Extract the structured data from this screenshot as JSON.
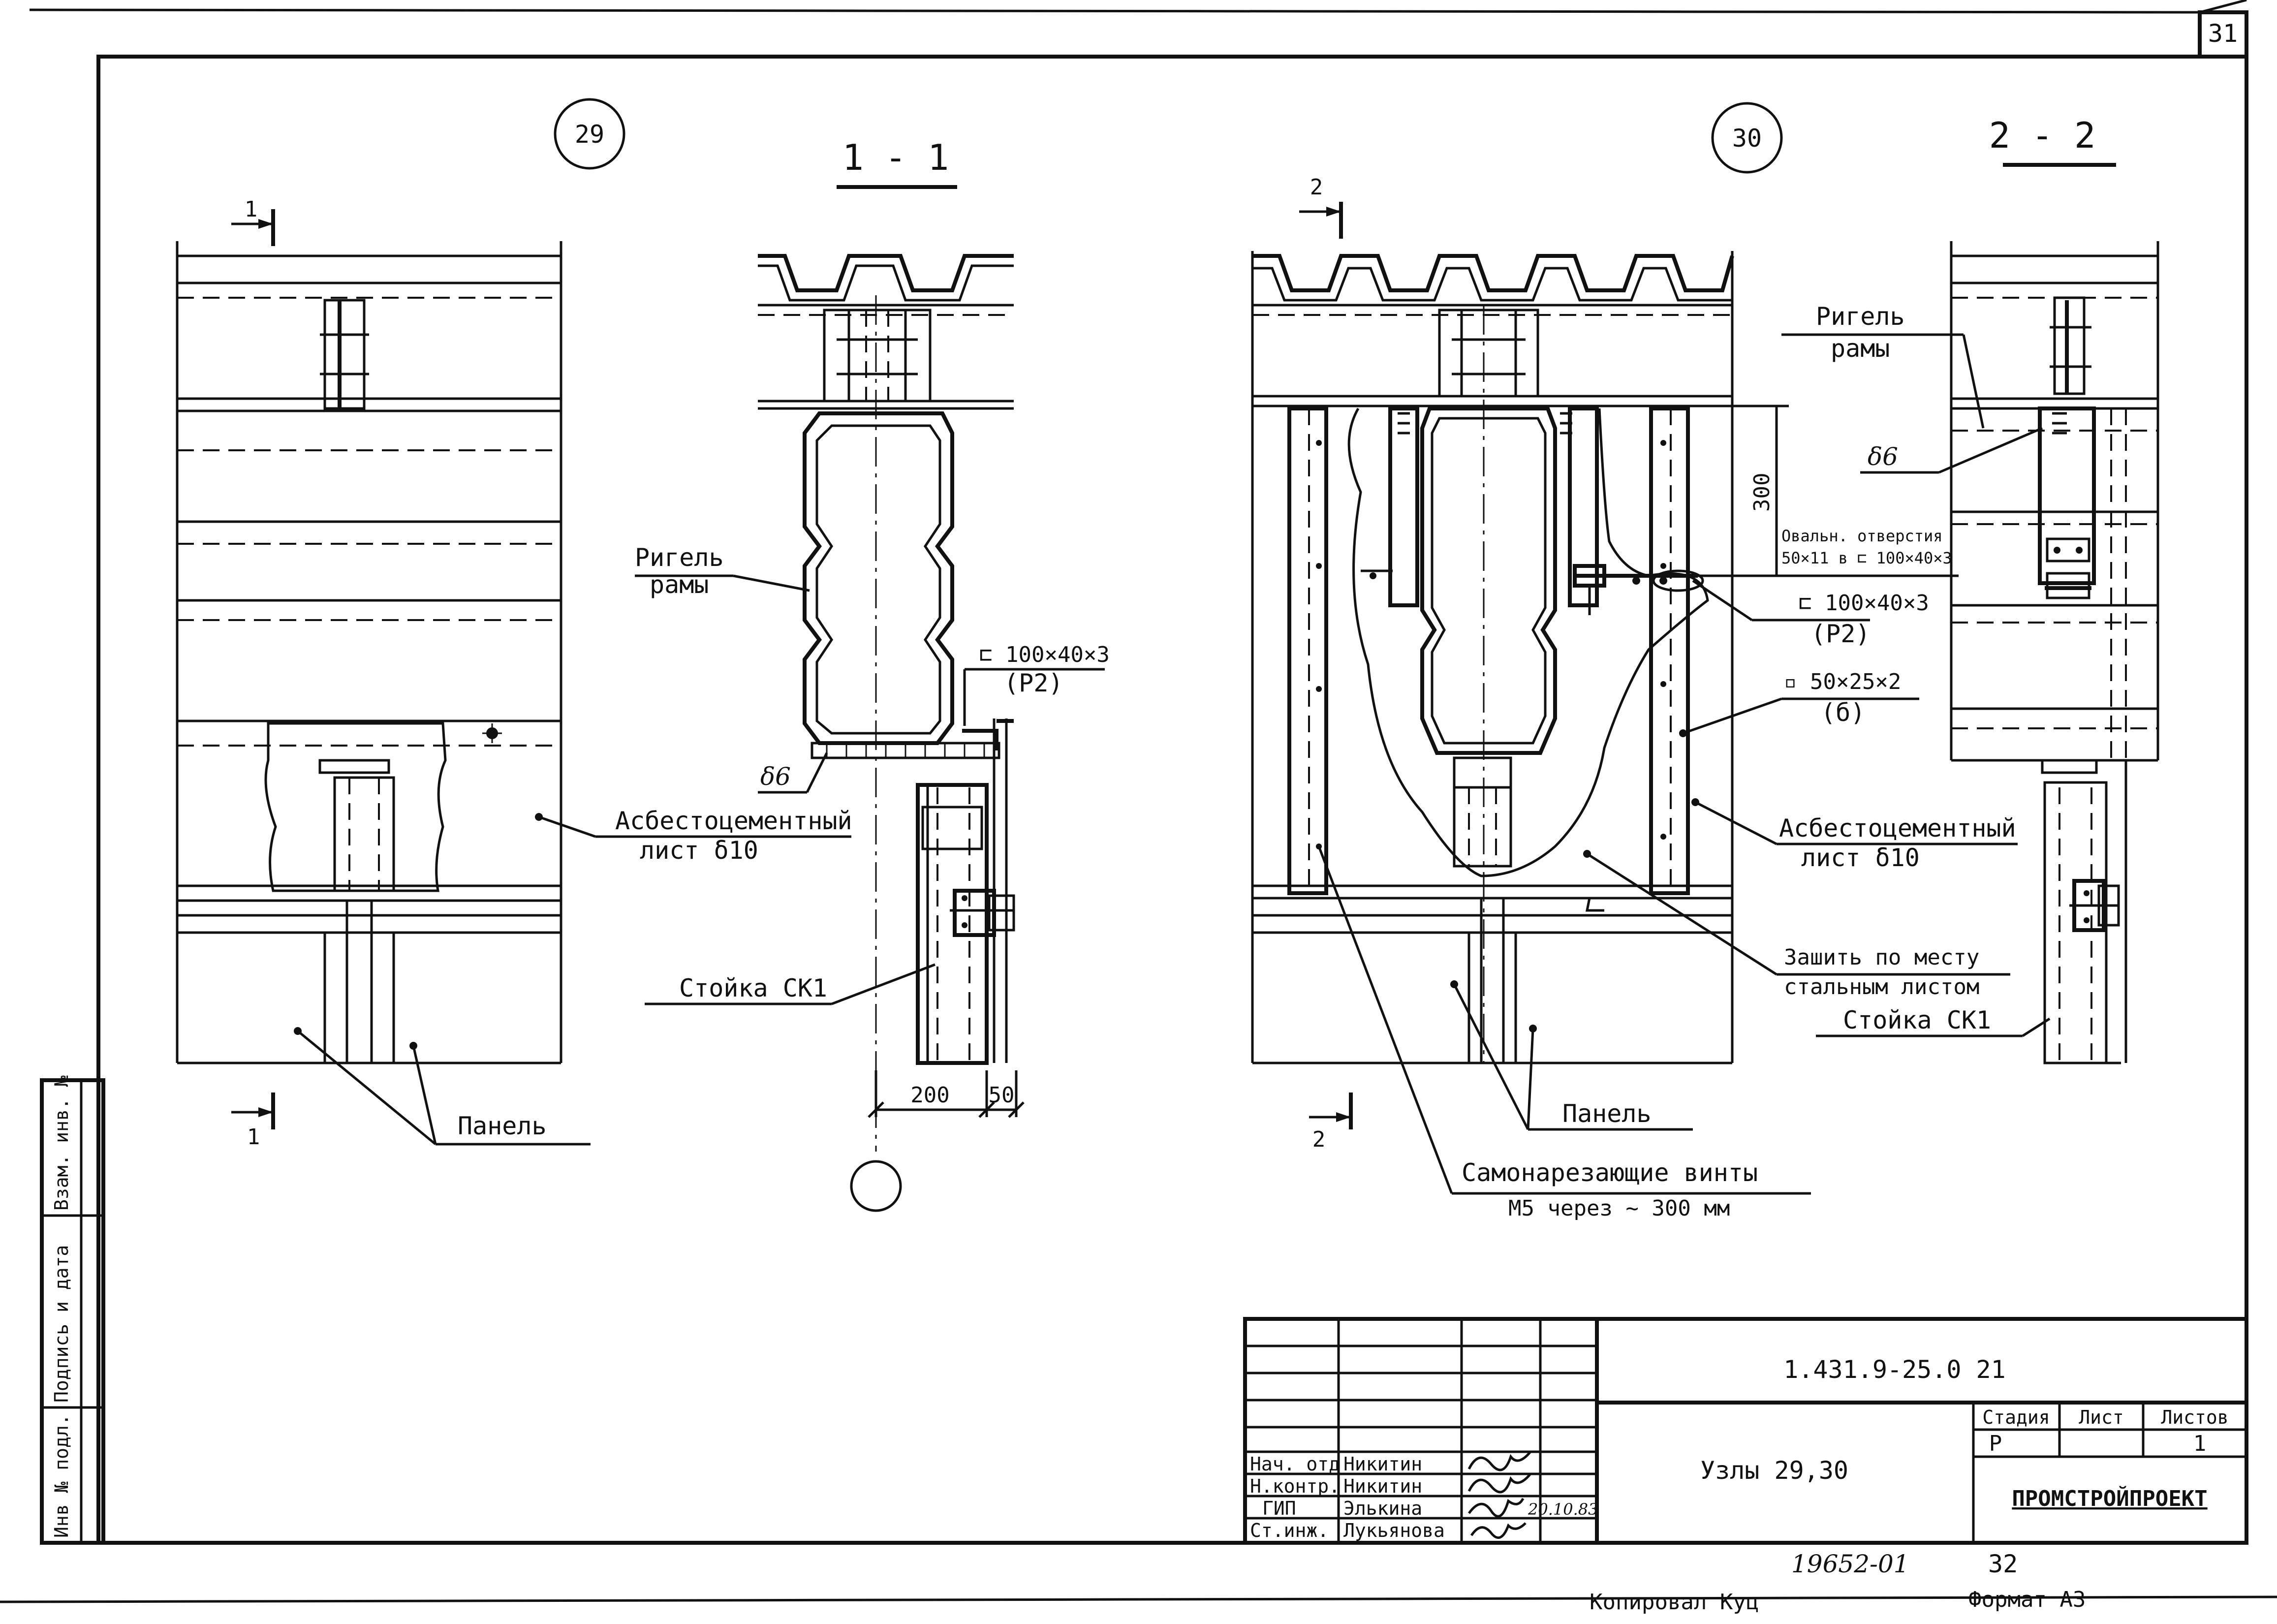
{
  "sheet": {
    "number": "31",
    "copied_by": "Копировал Куц",
    "format": "Формат А3",
    "archive_no": "19652-01",
    "page_no": "32"
  },
  "side_stamp": {
    "inv_orig": "Инв № подл.",
    "sign_date": "Подпись и дата",
    "inv_repl": "Взам. инв. №"
  },
  "node29": {
    "number": "29",
    "section_mark": "1",
    "section_title": "1 - 1",
    "riegel_line1": "Ригель",
    "riegel_line2": "рамы",
    "channel": "⊏ 100×40×3",
    "channel_mark": "(Р2)",
    "plate": "δ6",
    "asbestos_line1": "Асбестоцементный",
    "asbestos_line2": "лист δ10",
    "column": "Стойка СК1",
    "panel": "Панель",
    "dim_200": "200",
    "dim_50": "50"
  },
  "node30": {
    "number": "30",
    "section_mark": "2",
    "section_title": "2 - 2",
    "riegel_line1": "Ригель",
    "riegel_line2": "рамы",
    "plate": "δ6",
    "dim_300": "300",
    "oval_line1": "Овальн. отверстия",
    "oval_line2": "50×11 в ⊏ 100×40×3",
    "channel": "⊏ 100×40×3",
    "channel_mark": "(Р2)",
    "tube": "▫ 50×25×2",
    "tube_mark": "(б)",
    "asbestos_line1": "Асбестоцементный",
    "asbestos_line2": "лист δ10",
    "sew_line1": "Зашить по месту",
    "sew_line2": "стальным листом",
    "column": "Стойка СК1",
    "panel": "Панель",
    "screws_line1": "Самонарезающие винты",
    "screws_line2": "М5 через ~ 300 мм"
  },
  "title_block": {
    "code": "1.431.9-25.0 21",
    "title": "Узлы 29,30",
    "org": "ПРОМСТРОЙПРОЕКТ",
    "stage_header": "Стадия",
    "sheet_header": "Лист",
    "sheets_header": "Листов",
    "stage": "Р",
    "sheet": "",
    "sheets": "1",
    "rows": [
      {
        "role": "Нач. отд",
        "name": "Никитин",
        "date": ""
      },
      {
        "role": "Н.контр.",
        "name": "Никитин",
        "date": ""
      },
      {
        "role": "ГИП",
        "name": "Элькина",
        "date": "20.10.83"
      },
      {
        "role": "Ст.инж.",
        "name": "Лукьянова",
        "date": ""
      }
    ]
  }
}
